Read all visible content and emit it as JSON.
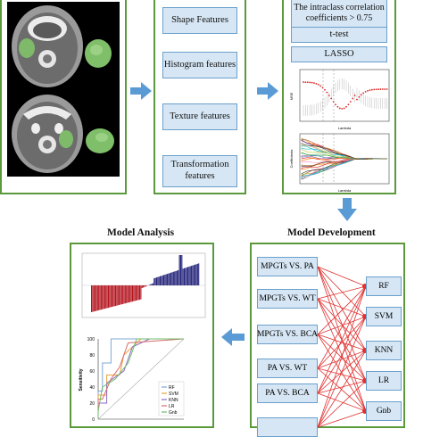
{
  "features": {
    "shape": "Shape Features",
    "histogram": "Histogram features",
    "texture": "Texture features",
    "transformation": "Transformation features"
  },
  "selection": {
    "icc": "The intraclass correlation coefficients > 0.75",
    "ttest": "t-test",
    "lasso": "LASSO",
    "plot1_xlabel": "Lambda",
    "plot1_ylabel": "MSE",
    "plot2_xlabel": "Lambda",
    "plot2_ylabel": "Coefficients"
  },
  "headings": {
    "analysis": "Model Analysis",
    "development": "Model Development"
  },
  "comparisons": [
    "MPGTs VS. PA",
    "MPGTs VS. WT",
    "MPGTs VS. BCA",
    "PA VS. WT",
    "PA VS. BCA",
    ""
  ],
  "models": [
    "RF",
    "SVM",
    "KNN",
    "LR",
    "Gnb"
  ],
  "roc": {
    "ylabel": "Sensitivity",
    "ticks": [
      "100",
      "80",
      "60",
      "40",
      "20",
      "0"
    ],
    "legend": [
      "RF",
      "SVM",
      "KNN",
      "LR",
      "Gnb"
    ]
  },
  "colors": {
    "panel_border": "#5a9a3c",
    "box_fill": "#d6e6f4",
    "arrow": "#5b9bd5",
    "connector": "#e03030",
    "bar_red": "#b4141e",
    "bar_blue": "#23237a",
    "roc_rf": "#7fa7d6",
    "roc_svm": "#e9a23b",
    "roc_knn": "#8a6cc4",
    "roc_lr": "#d96d6d",
    "roc_gnb": "#6dbb6d"
  }
}
